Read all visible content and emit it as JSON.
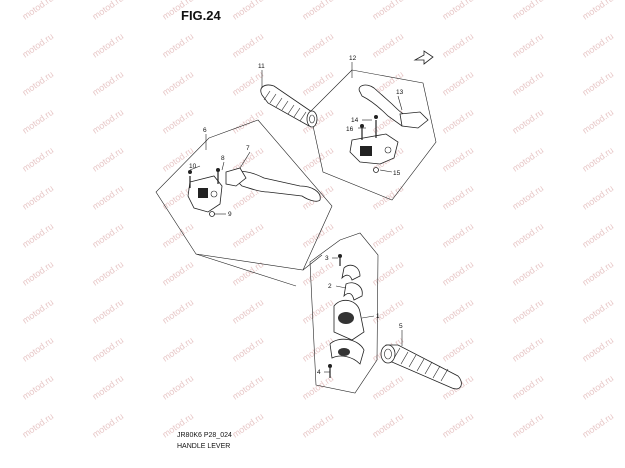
{
  "figure": {
    "title": "FIG.24",
    "code": "JR80K6 P28_024",
    "caption": "HANDLE LEVER",
    "watermark": "motod.ru"
  },
  "callouts": [
    "1",
    "2",
    "3",
    "4",
    "5",
    "6",
    "7",
    "8",
    "9",
    "10",
    "11",
    "12",
    "13",
    "14",
    "15",
    "16"
  ]
}
